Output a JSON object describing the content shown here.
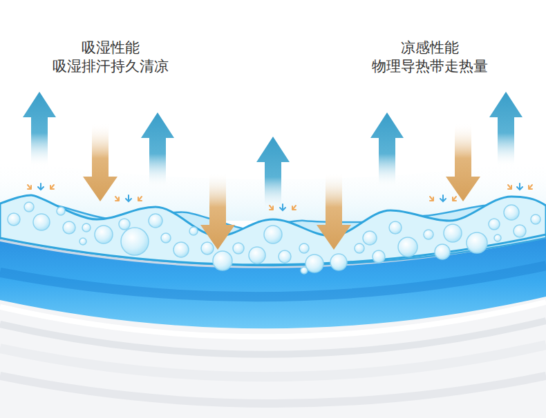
{
  "diagram": {
    "labels": [
      "吸湿性能",
      "吸湿排汗持久清凉",
      "凉感性能",
      "物理导热带走热量"
    ]
  }
}
